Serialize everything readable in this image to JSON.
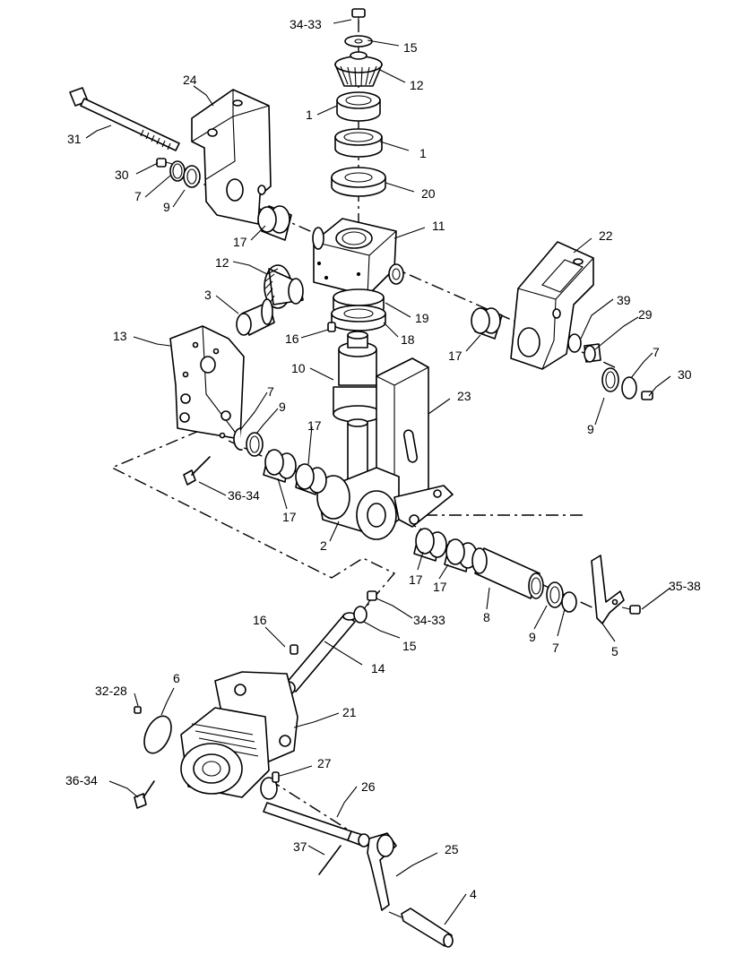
{
  "diagram": {
    "callouts": {
      "c_34_33_top": "34-33",
      "c_15_top": "15",
      "c_12_top": "12",
      "c_1_left": "1",
      "c_1_right": "1",
      "c_20": "20",
      "c_24": "24",
      "c_31": "31",
      "c_30_left": "30",
      "c_7_upper_left": "7",
      "c_9_upper_left": "9",
      "c_17_upper_left": "17",
      "c_11": "11",
      "c_22": "22",
      "c_12_mid": "12",
      "c_3": "3",
      "c_19": "19",
      "c_13": "13",
      "c_16_mid": "16",
      "c_18": "18",
      "c_17_upper_right": "17",
      "c_39": "39",
      "c_29": "29",
      "c_7_right": "7",
      "c_30_right": "30",
      "c_9_right": "9",
      "c_10": "10",
      "c_23": "23",
      "c_7_mid": "7",
      "c_9_mid": "9",
      "c_17_mid": "17",
      "c_36_34_mid": "36-34",
      "c_17_lower_left": "17",
      "c_2": "2",
      "c_17_lower_a": "17",
      "c_17_lower_b": "17",
      "c_8": "8",
      "c_9_lower": "9",
      "c_7_lower": "7",
      "c_5": "5",
      "c_35_38": "35-38",
      "c_16_low": "16",
      "c_34_33_low": "34-33",
      "c_15_low": "15",
      "c_14": "14",
      "c_6": "6",
      "c_32_28": "32-28",
      "c_21": "21",
      "c_27": "27",
      "c_26": "26",
      "c_36_34_low": "36-34",
      "c_37": "37",
      "c_25": "25",
      "c_4": "4"
    }
  }
}
